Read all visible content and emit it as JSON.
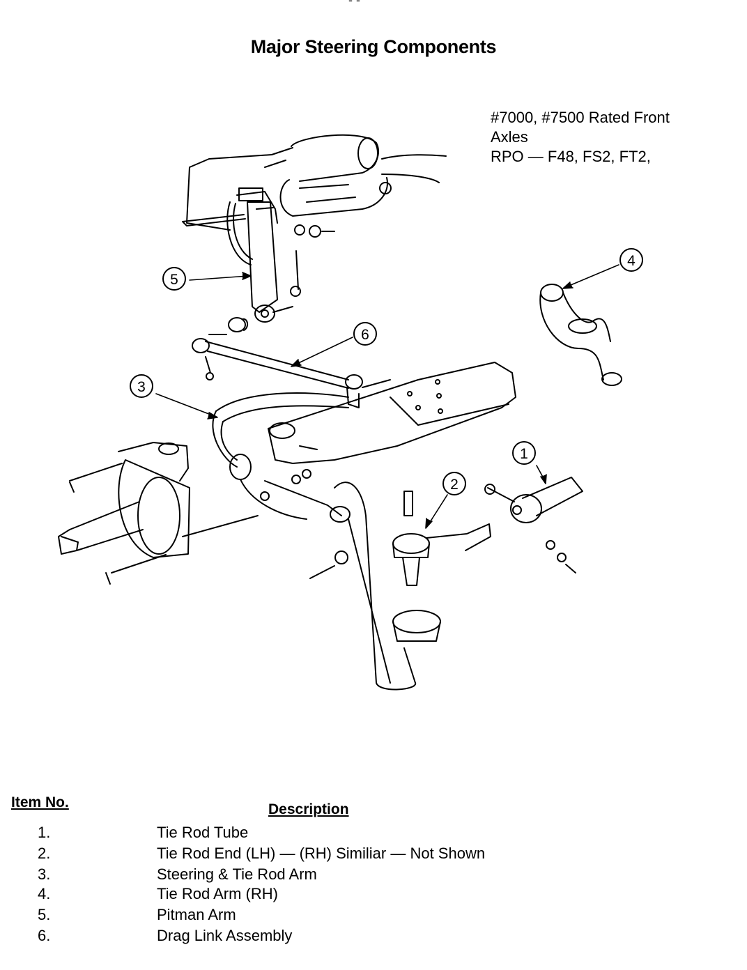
{
  "document": {
    "header_fragment": "- -",
    "title": "Major Steering Components",
    "note_lines": [
      "#7000, #7500 Rated Front",
      "Axles",
      "RPO — F48, FS2, FT2,"
    ]
  },
  "callouts": [
    {
      "id": "1",
      "label": "1"
    },
    {
      "id": "2",
      "label": "2"
    },
    {
      "id": "3",
      "label": "3"
    },
    {
      "id": "4",
      "label": "4"
    },
    {
      "id": "5",
      "label": "5"
    },
    {
      "id": "6",
      "label": "6"
    }
  ],
  "parts_table": {
    "headers": {
      "item": "Item No.",
      "description": "Description"
    },
    "rows": [
      {
        "num": "1.",
        "desc": "Tie Rod Tube"
      },
      {
        "num": "2.",
        "desc": "Tie Rod End (LH) — (RH) Similiar — Not Shown"
      },
      {
        "num": "3.",
        "desc": "Steering & Tie Rod Arm"
      },
      {
        "num": "4.",
        "desc": "Tie Rod Arm (RH)"
      },
      {
        "num": "5.",
        "desc": "Pitman Arm"
      },
      {
        "num": "6.",
        "desc": "Drag Link Assembly"
      }
    ]
  }
}
